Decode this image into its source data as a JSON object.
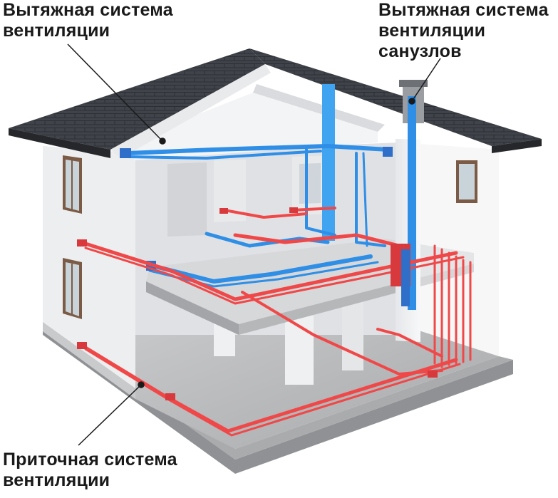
{
  "labels": {
    "exhaust": [
      "Вытяжная система",
      "вентиляции"
    ],
    "bathroom_exhaust": [
      "Вытяжная система",
      "вентиляции",
      "санузлов"
    ],
    "supply": [
      "Приточная система",
      "вентиляции"
    ]
  },
  "colors": {
    "exhaust_duct": "#2f8ee6",
    "supply_duct": "#f04848",
    "roof": "#3f4248",
    "wall": "#f2f3f5",
    "ground": "#9a9c9f"
  }
}
